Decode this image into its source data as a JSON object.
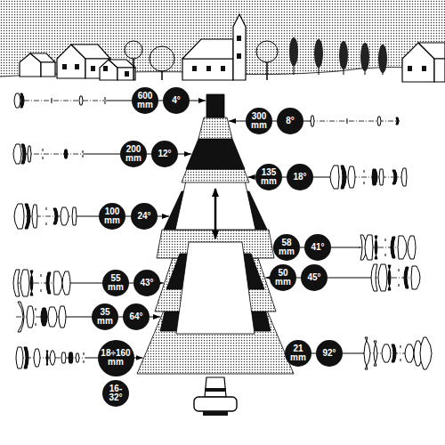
{
  "diagram": {
    "nodes": [
      {
        "text": [
          "600 mm"
        ]
      },
      {
        "text": [
          "4°"
        ]
      },
      {
        "text": [
          "300 mm"
        ]
      },
      {
        "text": [
          "8°"
        ]
      },
      {
        "text": [
          "200 mm"
        ]
      },
      {
        "text": [
          "12°"
        ]
      },
      {
        "text": [
          "135 mm"
        ]
      },
      {
        "text": [
          "18°"
        ]
      },
      {
        "text": [
          "100 mm"
        ]
      },
      {
        "text": [
          "24°"
        ]
      },
      {
        "text": [
          "58 mm"
        ]
      },
      {
        "text": [
          "41°"
        ]
      },
      {
        "text": [
          "55 mm"
        ]
      },
      {
        "text": [
          "43°"
        ]
      },
      {
        "text": [
          "50 mm"
        ]
      },
      {
        "text": [
          "45°"
        ]
      },
      {
        "text": [
          "35 mm"
        ]
      },
      {
        "text": [
          "64°"
        ]
      },
      {
        "text": [
          "21 mm"
        ]
      },
      {
        "text": [
          "92°"
        ]
      },
      {
        "text": [
          "18÷160 mm"
        ]
      },
      {
        "text": [
          "16-32°"
        ]
      }
    ]
  }
}
